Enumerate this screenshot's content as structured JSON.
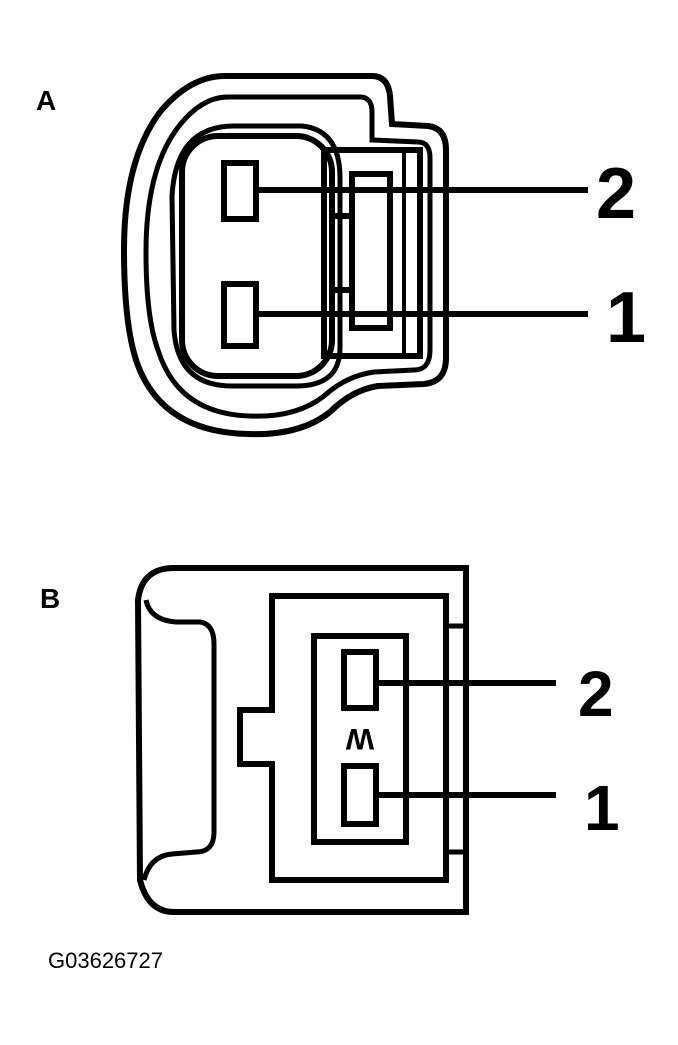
{
  "views": {
    "a": {
      "label": "A",
      "pins": {
        "upper": "2",
        "lower": "1"
      }
    },
    "b": {
      "label": "B",
      "cavity_marker": "W",
      "pins": {
        "upper": "2",
        "lower": "1"
      }
    }
  },
  "figure_id": "G03626727",
  "colors": {
    "ink": "#000000",
    "paper": "#ffffff"
  }
}
